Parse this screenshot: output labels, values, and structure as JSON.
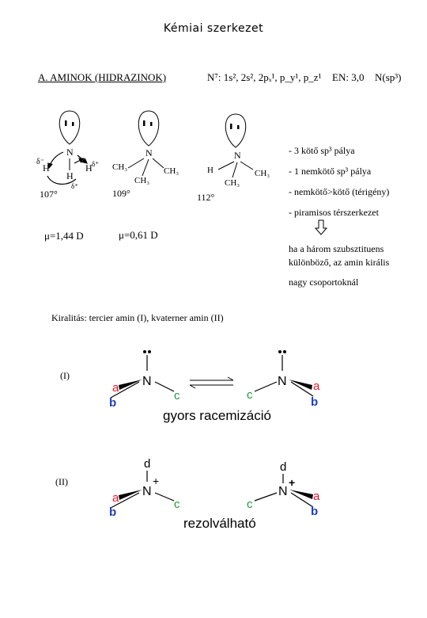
{
  "title": "Kémiai szerkezet",
  "section_heading": "A.  AMINOK (HIDRAZINOK)",
  "electron_config": "N⁷: 1s², 2s², 2pₓ¹, p_y¹, p_z¹",
  "en_value": "EN: 3,0",
  "hybridization": "N(sp³)",
  "molecules": [
    {
      "center": "N",
      "ligands": [
        "H",
        "H",
        "H"
      ],
      "charges": [
        "δ⁻",
        "δ⁺",
        "δ⁺"
      ],
      "angle": "107°",
      "dipole": "μ=1,44 D"
    },
    {
      "center": "N",
      "ligands": [
        "CH₃",
        "CH₃",
        "CH₃"
      ],
      "angle": "109°",
      "dipole": "μ=0,61 D"
    },
    {
      "center": "N",
      "ligands": [
        "H",
        "CH₃",
        "CH₃"
      ],
      "angle": "112°"
    }
  ],
  "properties": [
    "- 3 kötő sp³ pálya",
    "- 1 nemkötő sp³ pálya",
    "- nemkötő>kötő (térigény)",
    "- piramisos térszerkezet"
  ],
  "chirality_note_lines": [
    "ha a három szubsztituens",
    "különböző, az amin királis",
    "nagy csoportoknál"
  ],
  "chirality_heading": "Kiralitás: tercier amin (I), kvaterner amin (II)",
  "case_I": {
    "label": "(I)",
    "atom": "N",
    "substituents": [
      "a",
      "b",
      "c"
    ],
    "caption": "gyors racemizáció"
  },
  "case_II": {
    "label": "(II)",
    "atom": "N",
    "charge": "+",
    "substituents": [
      "d",
      "a",
      "b",
      "c"
    ],
    "caption": "rezolválható"
  },
  "colors": {
    "substituent_a": "#e8172b",
    "substituent_b": "#1f3fbf",
    "substituent_c": "#1f9a3a",
    "text": "#000000"
  }
}
